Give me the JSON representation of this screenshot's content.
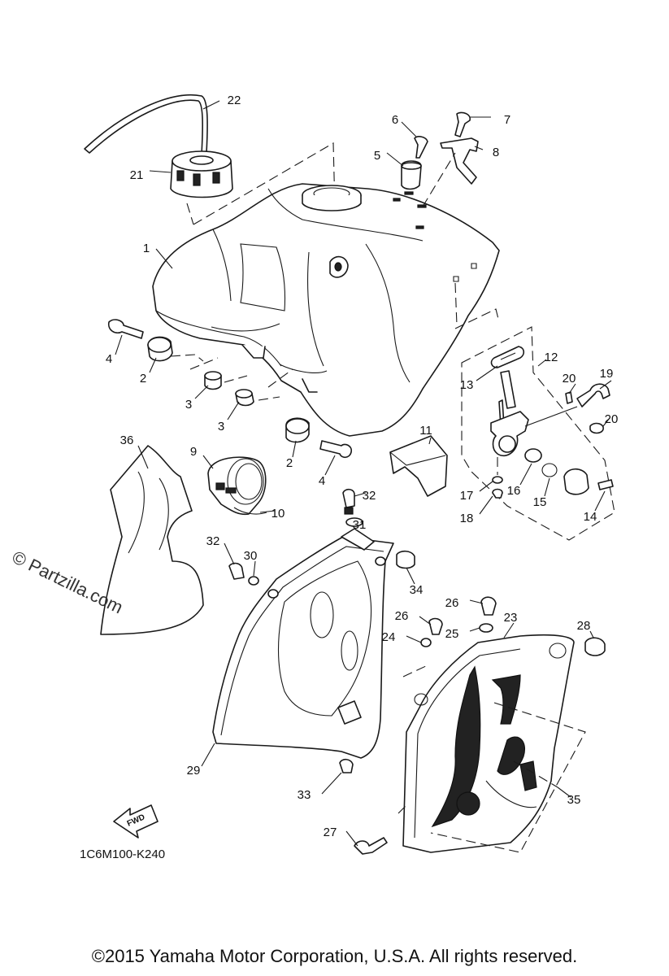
{
  "diagram": {
    "callouts": [
      {
        "id": "22",
        "label": "22"
      },
      {
        "id": "21",
        "label": "21"
      },
      {
        "id": "6",
        "label": "6"
      },
      {
        "id": "7",
        "label": "7"
      },
      {
        "id": "5",
        "label": "5"
      },
      {
        "id": "8",
        "label": "8"
      },
      {
        "id": "1",
        "label": "1"
      },
      {
        "id": "4a",
        "label": "4"
      },
      {
        "id": "2a",
        "label": "2"
      },
      {
        "id": "3a",
        "label": "3"
      },
      {
        "id": "3b",
        "label": "3"
      },
      {
        "id": "2b",
        "label": "2"
      },
      {
        "id": "4b",
        "label": "4"
      },
      {
        "id": "12",
        "label": "12"
      },
      {
        "id": "13",
        "label": "13"
      },
      {
        "id": "20a",
        "label": "20"
      },
      {
        "id": "19",
        "label": "19"
      },
      {
        "id": "20b",
        "label": "20"
      },
      {
        "id": "11",
        "label": "11"
      },
      {
        "id": "36",
        "label": "36"
      },
      {
        "id": "9",
        "label": "9"
      },
      {
        "id": "10",
        "label": "10"
      },
      {
        "id": "32a",
        "label": "32"
      },
      {
        "id": "31",
        "label": "31"
      },
      {
        "id": "17",
        "label": "17"
      },
      {
        "id": "16",
        "label": "16"
      },
      {
        "id": "15",
        "label": "15"
      },
      {
        "id": "14",
        "label": "14"
      },
      {
        "id": "18",
        "label": "18"
      },
      {
        "id": "32b",
        "label": "32"
      },
      {
        "id": "30",
        "label": "30"
      },
      {
        "id": "34",
        "label": "34"
      },
      {
        "id": "26a",
        "label": "26"
      },
      {
        "id": "26b",
        "label": "26"
      },
      {
        "id": "23",
        "label": "23"
      },
      {
        "id": "28",
        "label": "28"
      },
      {
        "id": "24",
        "label": "24"
      },
      {
        "id": "25",
        "label": "25"
      },
      {
        "id": "29",
        "label": "29"
      },
      {
        "id": "33",
        "label": "33"
      },
      {
        "id": "35",
        "label": "35"
      },
      {
        "id": "27",
        "label": "27"
      }
    ],
    "fwd_label": "FWD",
    "diagram_code": "1C6M100-K240",
    "watermark": "© Partzilla.com",
    "copyright": "©2015 Yamaha Motor Corporation, U.S.A. All rights reserved."
  }
}
